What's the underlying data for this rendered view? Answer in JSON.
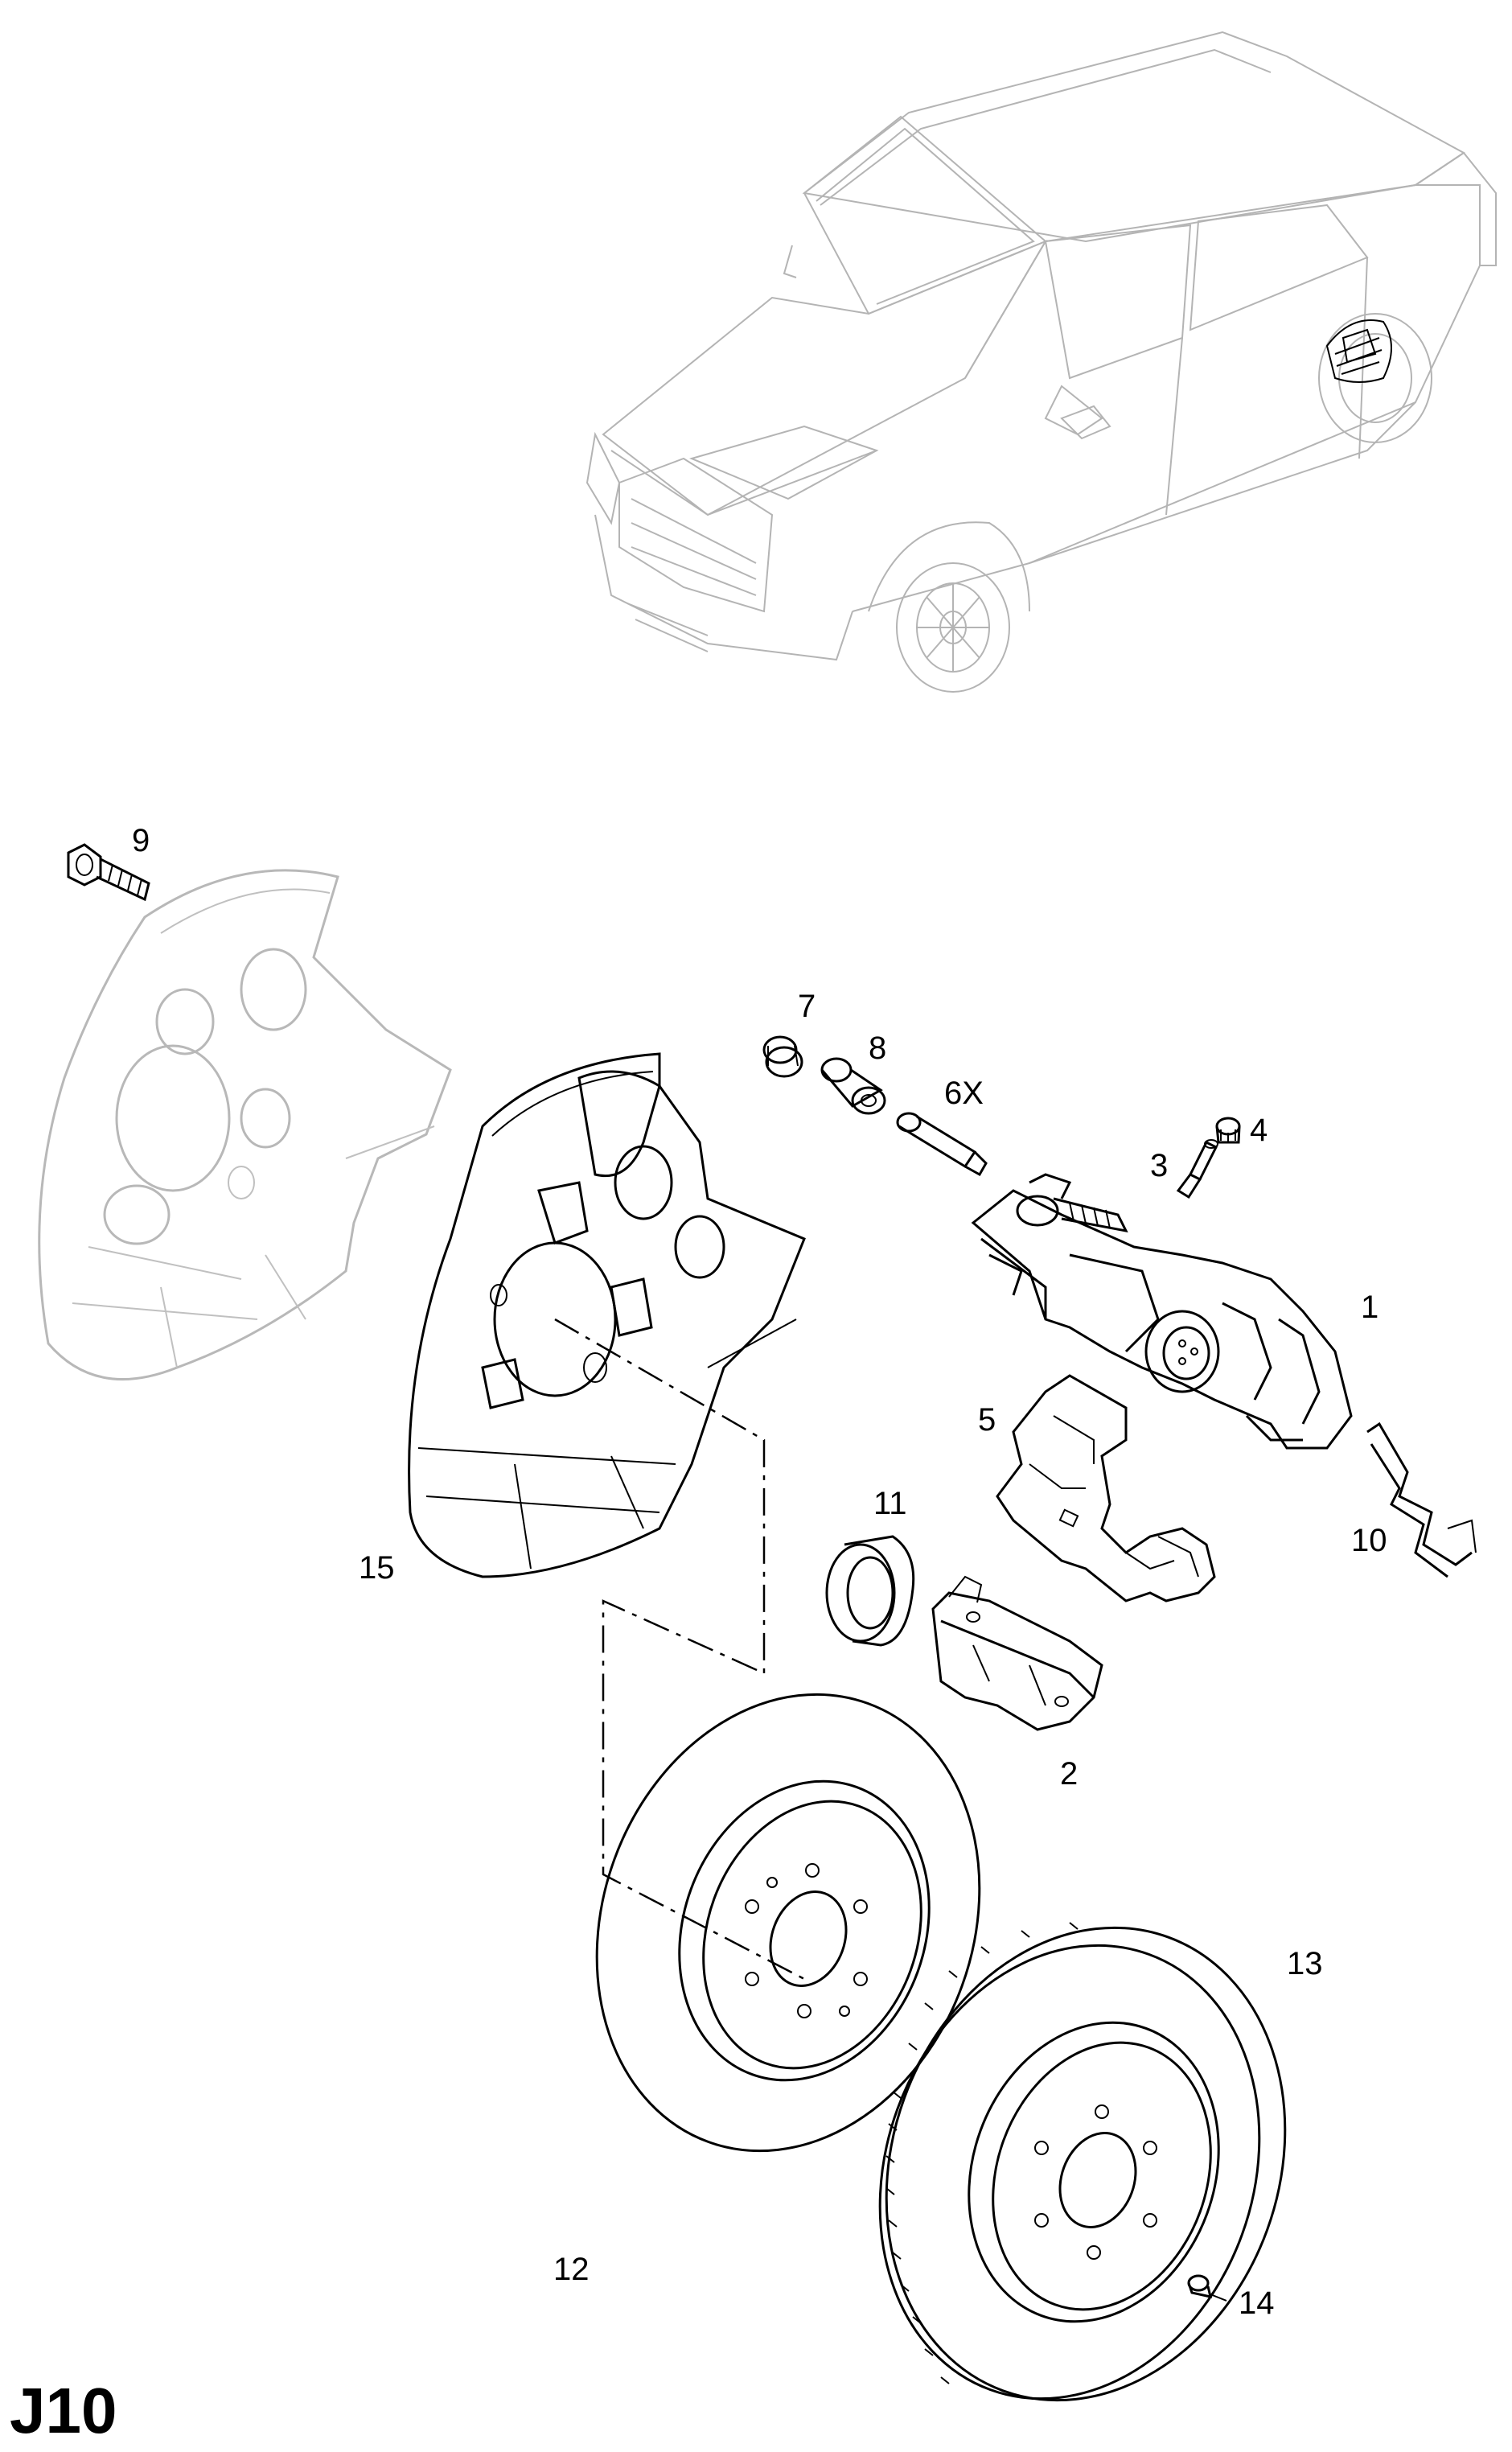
{
  "page_code": "J10",
  "callouts": {
    "c1": "1",
    "c2": "2",
    "c3": "3",
    "c4": "4",
    "c5": "5",
    "c6": "6X",
    "c7": "7",
    "c8": "8",
    "c9": "9",
    "c10": "10",
    "c11": "11",
    "c12": "12",
    "c13": "13",
    "c14": "14",
    "c15": "15"
  },
  "colors": {
    "line": "#000000",
    "ghost": "#b8b8b8",
    "background": "#ffffff"
  }
}
